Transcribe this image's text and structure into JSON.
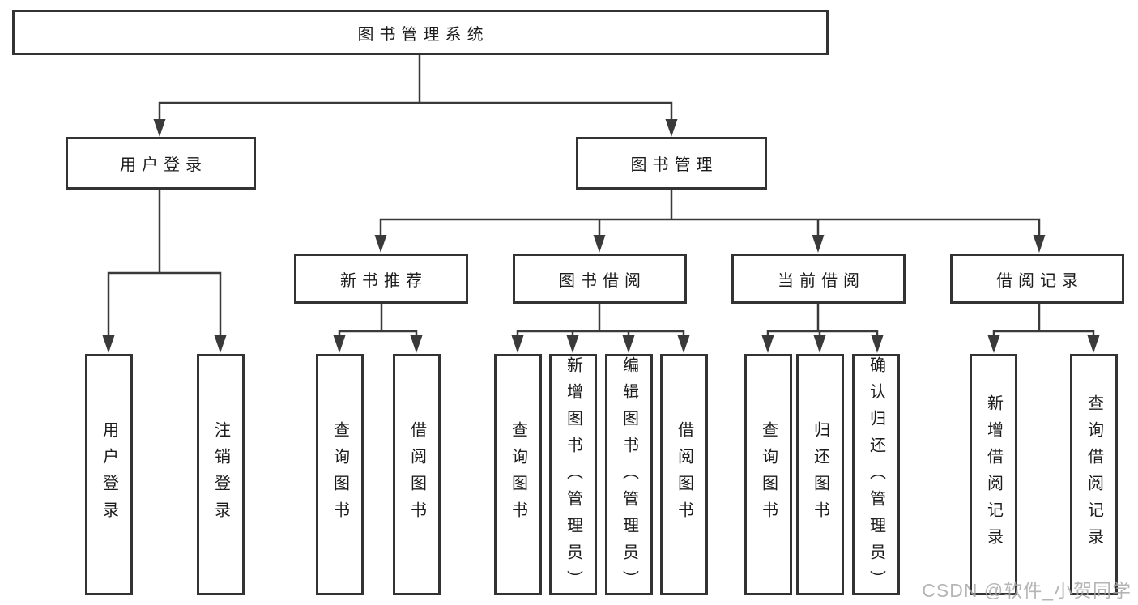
{
  "diagram": {
    "title": "图书管理系统",
    "tree": {
      "root": {
        "label": "图书管理系统",
        "children": [
          {
            "label": "用户登录",
            "children": [
              {
                "label": "用户登录"
              },
              {
                "label": "注销登录"
              }
            ]
          },
          {
            "label": "图书管理",
            "children": [
              {
                "label": "新书推荐",
                "children": [
                  {
                    "label": "查询图书"
                  },
                  {
                    "label": "借阅图书"
                  }
                ]
              },
              {
                "label": "图书借阅",
                "children": [
                  {
                    "label": "查询图书"
                  },
                  {
                    "label": "新增图书（管理员）"
                  },
                  {
                    "label": "编辑图书（管理员）"
                  },
                  {
                    "label": "借阅图书"
                  }
                ]
              },
              {
                "label": "当前借阅",
                "children": [
                  {
                    "label": "查询图书"
                  },
                  {
                    "label": "归还图书"
                  },
                  {
                    "label": "确认归还（管理员）"
                  }
                ]
              },
              {
                "label": "借阅记录",
                "children": [
                  {
                    "label": "新增借阅记录"
                  },
                  {
                    "label": "查询借阅记录"
                  }
                ]
              }
            ]
          }
        ]
      }
    },
    "colors": {
      "line": "#3a3a3a",
      "box_border": "#333333",
      "box_fill": "#ffffff",
      "text": "#1c1c1c",
      "background": "#ffffff",
      "watermark": "#a8a8a8"
    }
  },
  "watermark": {
    "text": "CSDN @软件_小贺同学"
  }
}
